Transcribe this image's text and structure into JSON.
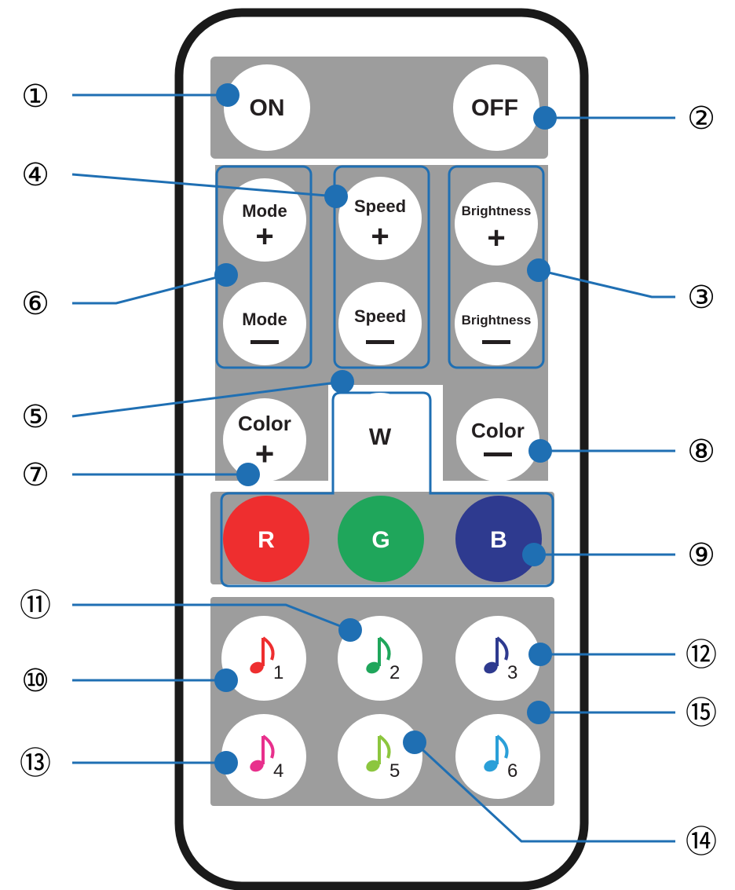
{
  "colors": {
    "panel": "#9d9d9d",
    "body_outline": "#1a1a1a",
    "callout": "#1f6fb3",
    "button_face": "#ffffff",
    "red": "#ee2e2f",
    "green": "#1fa65b",
    "blue": "#2e3a8f"
  },
  "buttons": {
    "on": "ON",
    "off": "OFF",
    "mode_plus": {
      "label": "Mode",
      "sign": "+"
    },
    "mode_minus": {
      "label": "Mode",
      "sign": "−"
    },
    "speed_plus": {
      "label": "Speed",
      "sign": "+"
    },
    "speed_minus": {
      "label": "Speed",
      "sign": "−"
    },
    "brightness_plus": {
      "label": "Brightness",
      "sign": "+"
    },
    "brightness_minus": {
      "label": "Brightness",
      "sign": "−"
    },
    "color_plus": {
      "label": "Color",
      "sign": "+"
    },
    "color_minus": {
      "label": "Color",
      "sign": "−"
    },
    "white": "W",
    "red": "R",
    "green": "G",
    "blue": "B",
    "music": [
      {
        "icon": "music-note-icon",
        "number": "1",
        "color": "#ee2e2f"
      },
      {
        "icon": "music-note-icon",
        "number": "2",
        "color": "#1fa65b"
      },
      {
        "icon": "music-note-icon",
        "number": "3",
        "color": "#2e3a8f"
      },
      {
        "icon": "music-note-icon",
        "number": "4",
        "color": "#e8308c"
      },
      {
        "icon": "music-note-icon",
        "number": "5",
        "color": "#8cc63e"
      },
      {
        "icon": "music-note-icon",
        "number": "6",
        "color": "#2a9fd8"
      }
    ]
  },
  "callouts": [
    "①",
    "②",
    "③",
    "④",
    "⑤",
    "⑥",
    "⑦",
    "⑧",
    "⑨",
    "⑩",
    "⑪",
    "⑫",
    "⑬",
    "⑭",
    "⑮"
  ]
}
